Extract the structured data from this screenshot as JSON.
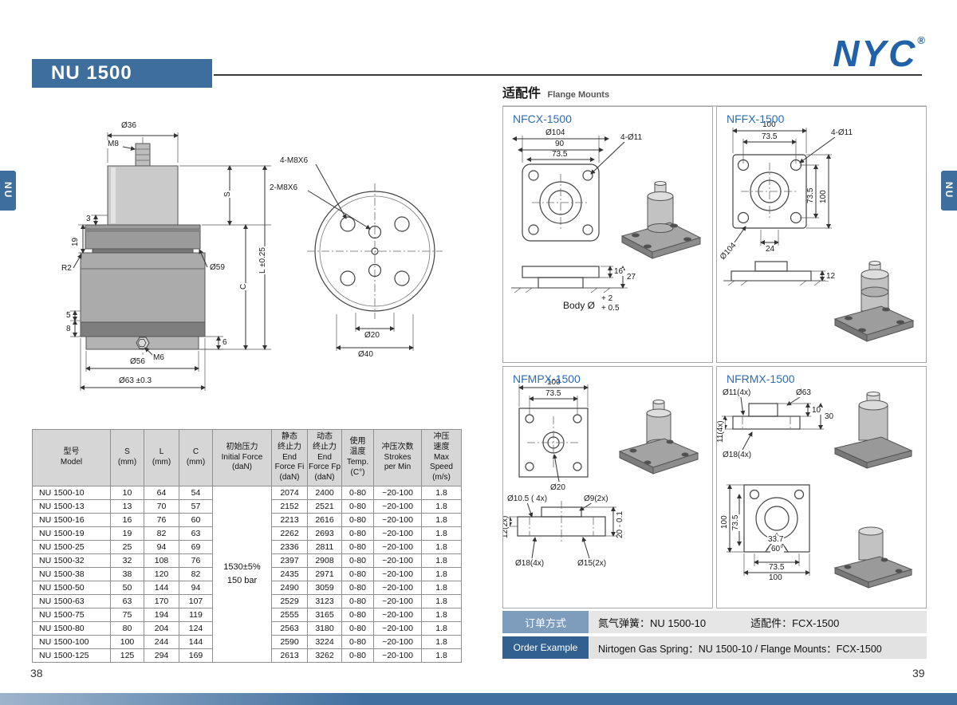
{
  "page": {
    "title": "NU 1500",
    "brand": "NYC",
    "brand_reg": "®",
    "side_tab_left": "NU",
    "side_tab_right": "NU",
    "page_number_left": "38",
    "page_number_right": "39"
  },
  "drawing": {
    "labels": {
      "d36": "Ø36",
      "m8": "M8",
      "n3": "3",
      "n19": "19",
      "r2": "R2",
      "d59": "Ø59",
      "n5": "5",
      "n8": "8",
      "n6": "6",
      "m6": "M6",
      "d56": "Ø56",
      "d63": "Ø63 ±0.3",
      "s": "S",
      "c": "C",
      "l": "L ±0.25",
      "m8x6_4": "4-M8X6",
      "m8x6_2": "2-M8X6",
      "d20": "Ø20",
      "d40": "Ø40"
    }
  },
  "flange_section": {
    "title_cn": "适配件",
    "title_en": "Flange Mounts",
    "panels": [
      {
        "name": "NFCX-1500",
        "dims": [
          "Ø104",
          "90",
          "73.5",
          "4-Ø11",
          "16",
          "27",
          "Body Ø",
          "+ 2",
          "+ 0.5"
        ]
      },
      {
        "name": "NFFX-1500",
        "dims": [
          "100",
          "73.5",
          "4-Ø11",
          "73.5",
          "100",
          "Ø104",
          "24",
          "12"
        ]
      },
      {
        "name": "NFMPX-1500",
        "dims": [
          "100",
          "73.5",
          "Ø20",
          "Ø10.5 ( 4x)",
          "Ø9(2x)",
          "12(2x)",
          "Ø18(4x)",
          "Ø15(2x)",
          "20 - 0.1"
        ]
      },
      {
        "name": "NFRMX-1500",
        "dims": [
          "Ø11(4x)",
          "Ø63",
          "11(4x)",
          "10",
          "30",
          "Ø18(4x)",
          "100",
          "73.5",
          "33.7",
          "60°",
          "73.5",
          "100"
        ]
      }
    ]
  },
  "table": {
    "headers": [
      "型号\nModel",
      "S\n(mm)",
      "L\n(mm)",
      "C\n(mm)",
      "初始压力\nInitial Force\n(daN)",
      "静态\n终止力\nEnd\nForce Fi\n(daN)",
      "动态\n终止力\nEnd\nForce Fp\n(daN)",
      "使用\n温度\nTemp.\n(C°)",
      "冲压次数\nStrokes\nper Min",
      "冲压\n速度\nMax\nSpeed\n(m/s)"
    ],
    "initial_force": "1530±5%\n150 bar",
    "rows": [
      [
        "NU 1500-10",
        "10",
        "64",
        "54",
        "2074",
        "2400",
        "0-80",
        "~20-100",
        "1.8"
      ],
      [
        "NU 1500-13",
        "13",
        "70",
        "57",
        "2152",
        "2521",
        "0-80",
        "~20-100",
        "1.8"
      ],
      [
        "NU 1500-16",
        "16",
        "76",
        "60",
        "2213",
        "2616",
        "0-80",
        "~20-100",
        "1.8"
      ],
      [
        "NU 1500-19",
        "19",
        "82",
        "63",
        "2262",
        "2693",
        "0-80",
        "~20-100",
        "1.8"
      ],
      [
        "NU 1500-25",
        "25",
        "94",
        "69",
        "2336",
        "2811",
        "0-80",
        "~20-100",
        "1.8"
      ],
      [
        "NU 1500-32",
        "32",
        "108",
        "76",
        "2397",
        "2908",
        "0-80",
        "~20-100",
        "1.8"
      ],
      [
        "NU 1500-38",
        "38",
        "120",
        "82",
        "2435",
        "2971",
        "0-80",
        "~20-100",
        "1.8"
      ],
      [
        "NU 1500-50",
        "50",
        "144",
        "94",
        "2490",
        "3059",
        "0-80",
        "~20-100",
        "1.8"
      ],
      [
        "NU 1500-63",
        "63",
        "170",
        "107",
        "2529",
        "3123",
        "0-80",
        "~20-100",
        "1.8"
      ],
      [
        "NU 1500-75",
        "75",
        "194",
        "119",
        "2555",
        "3165",
        "0-80",
        "~20-100",
        "1.8"
      ],
      [
        "NU 1500-80",
        "80",
        "204",
        "124",
        "2563",
        "3180",
        "0-80",
        "~20-100",
        "1.8"
      ],
      [
        "NU 1500-100",
        "100",
        "244",
        "144",
        "2590",
        "3224",
        "0-80",
        "~20-100",
        "1.8"
      ],
      [
        "NU 1500-125",
        "125",
        "294",
        "169",
        "2613",
        "3262",
        "0-80",
        "~20-100",
        "1.8"
      ]
    ]
  },
  "order": {
    "row1_label": "订单方式",
    "row1_text_a": "氮气弹簧：NU 1500-10",
    "row1_text_b": "适配件：FCX-1500",
    "row2_label": "Order Example",
    "row2_text": "Nirtogen Gas Spring：NU 1500-10  /  Flange Mounts：FCX-1500"
  }
}
